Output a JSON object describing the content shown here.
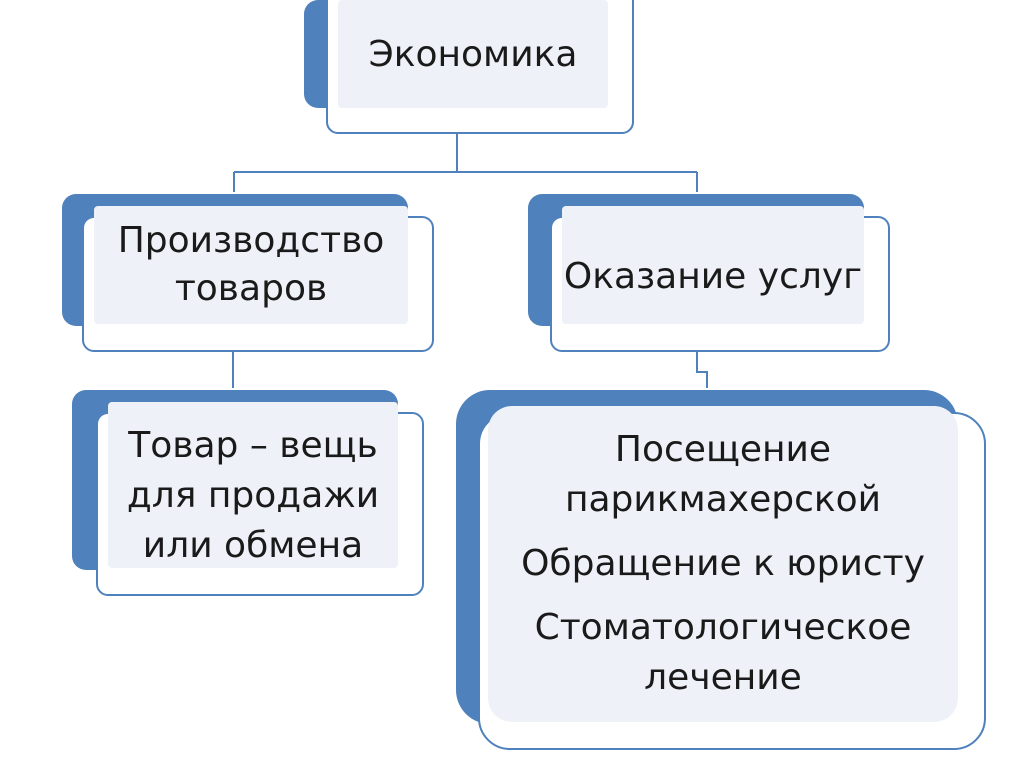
{
  "root": {
    "label": "Экономика"
  },
  "left_branch": {
    "label_line1": "Производство",
    "label_line2": "товаров",
    "child": {
      "line1": "Товар – вещь",
      "line2": "для продажи",
      "line3": "или обмена"
    }
  },
  "right_branch": {
    "label": "Оказание услуг",
    "child": {
      "item1_line1": "Посещение",
      "item1_line2": "парикмахерской",
      "item2": "Обращение к юристу",
      "item3_line1": "Стоматологическое",
      "item3_line2": "лечение"
    }
  },
  "colors": {
    "accent": "#4f81bd",
    "box_fill": "#eef2f8",
    "text": "#1a1a1a"
  }
}
